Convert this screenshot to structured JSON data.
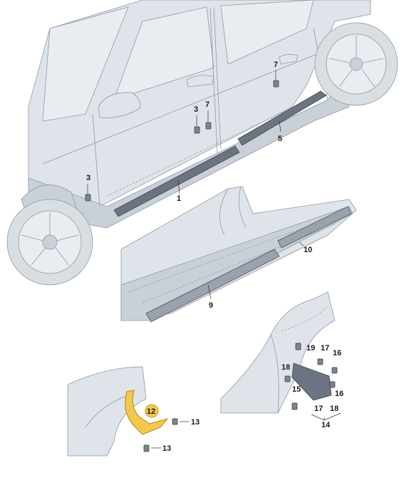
{
  "callouts": {
    "c1": "1",
    "c3a": "3",
    "c3b": "3",
    "c5": "5",
    "c7a": "7",
    "c7b": "7",
    "c9": "9",
    "c10": "10",
    "c12": "12",
    "c13a": "13",
    "c13b": "13",
    "c14": "14",
    "c15": "15",
    "c16a": "16",
    "c16b": "16",
    "c17a": "17",
    "c17b": "17",
    "c18a": "18",
    "c18b": "18",
    "c19": "19"
  },
  "colors": {
    "highlight": "#f2c94c",
    "highlight_stroke": "#b8860b",
    "body": "#c9d0d8",
    "strip": "#6b7480"
  }
}
